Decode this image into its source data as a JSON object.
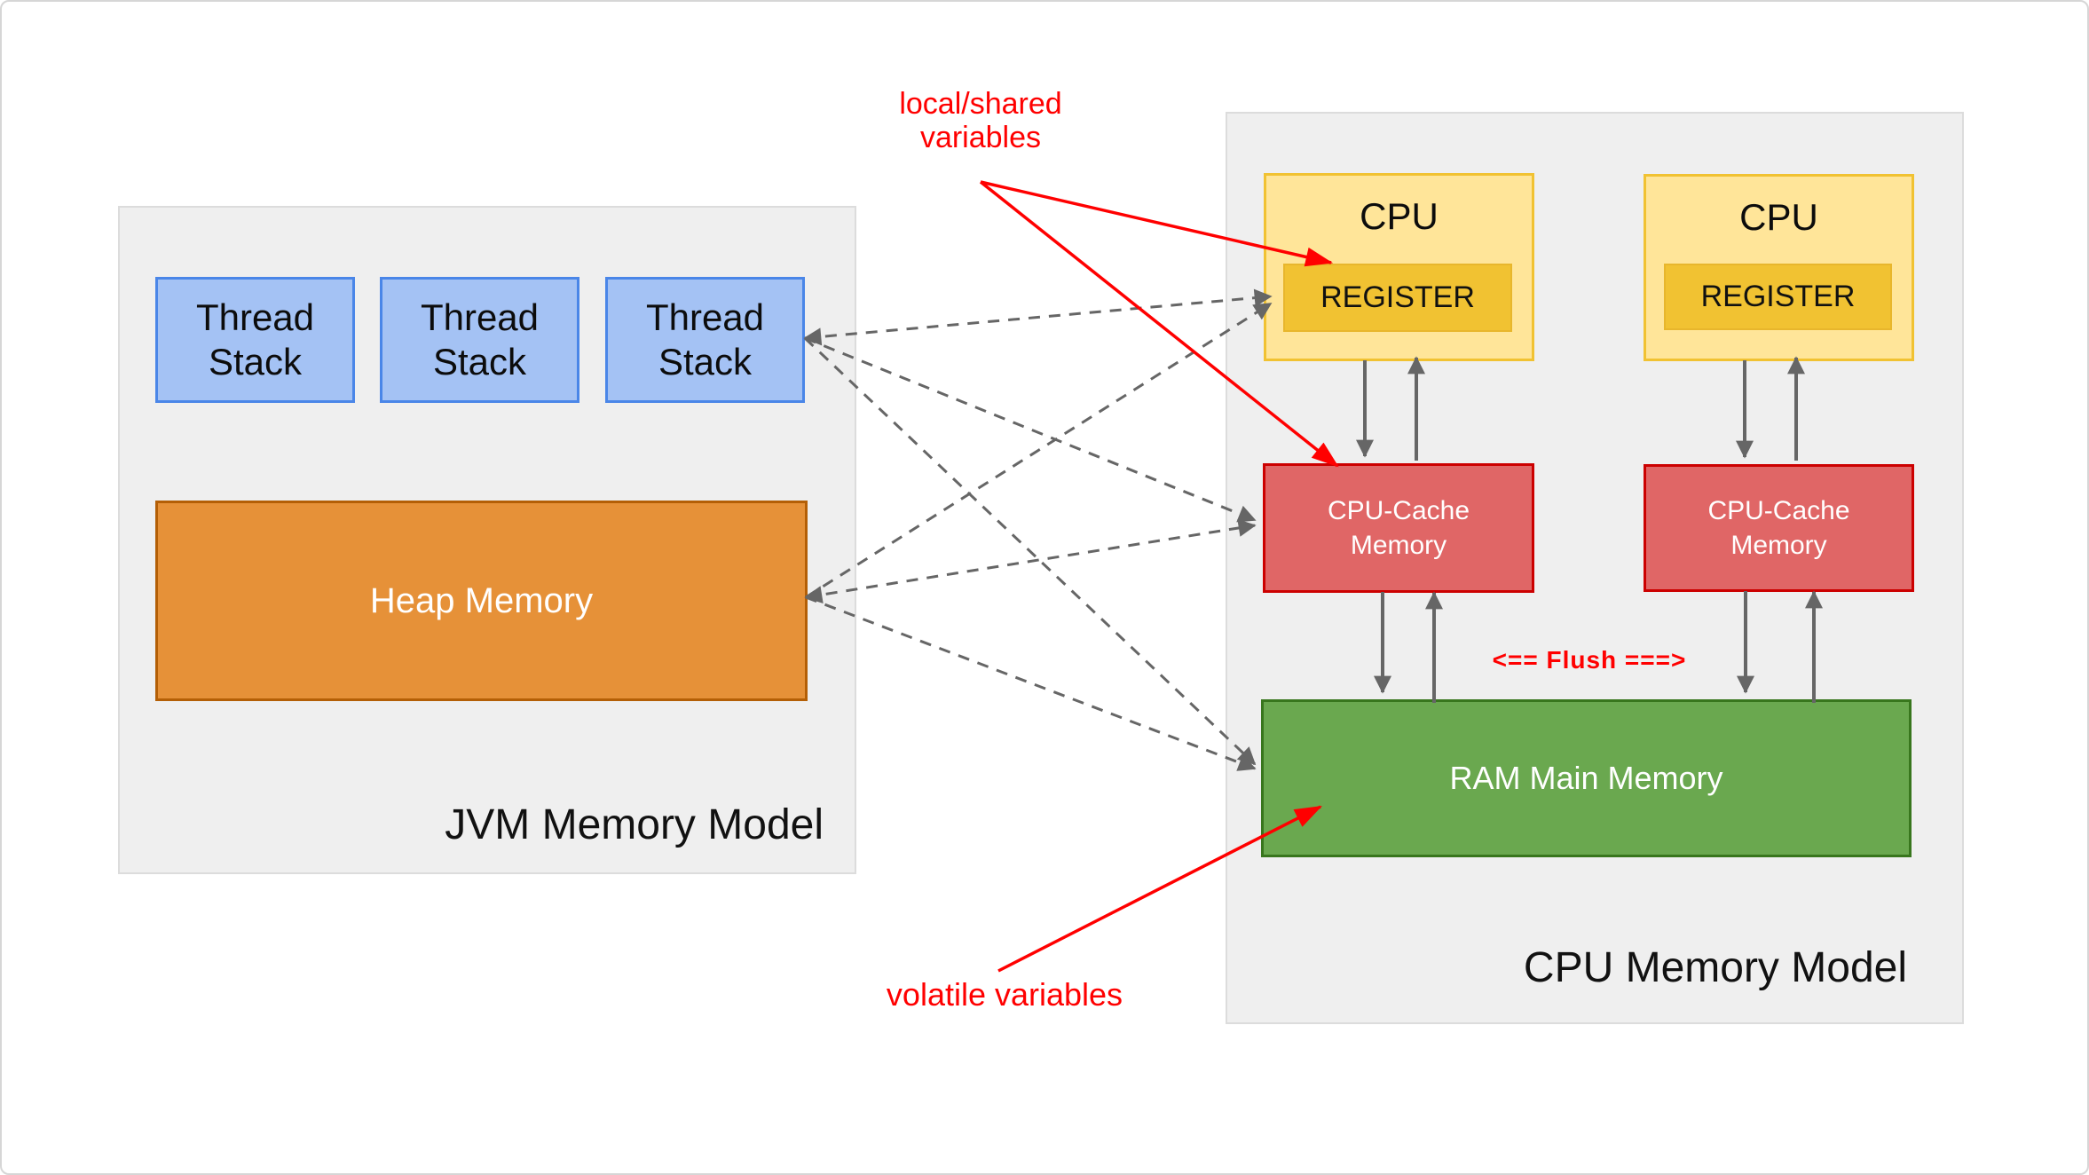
{
  "diagram_title": "JVM vs CPU memory model diagram",
  "palette": {
    "panel_gray": "#efefef",
    "thread_stack_blue": "#a4c2f4",
    "thread_stack_border": "#4a86e8",
    "heap_orange": "#e69138",
    "heap_border": "#b45f06",
    "cpu_yellow": "#ffe599",
    "cpu_border": "#f1c232",
    "register_gold": "#f1c232",
    "cache_red": "#e06666",
    "cache_border": "#cc0000",
    "ram_green": "#6aa84f",
    "ram_border": "#38761d",
    "annotation_red": "#ff0000",
    "arrow_gray": "#666666"
  },
  "jvm": {
    "label": "JVM Memory Model",
    "thread_stacks": [
      "Thread Stack",
      "Thread Stack",
      "Thread Stack"
    ],
    "heap_label": "Heap Memory"
  },
  "cpu_model": {
    "label": "CPU Memory Model",
    "cpus": [
      {
        "label": "CPU",
        "register_label": "REGISTER"
      },
      {
        "label": "CPU",
        "register_label": "REGISTER"
      }
    ],
    "caches": [
      "CPU-Cache\nMemory",
      "CPU-Cache\nMemory"
    ],
    "ram_label": "RAM Main Memory"
  },
  "annotations": {
    "local_shared": "local/shared\nvariables",
    "volatile": "volatile variables",
    "flush": "<== Flush ===>"
  }
}
